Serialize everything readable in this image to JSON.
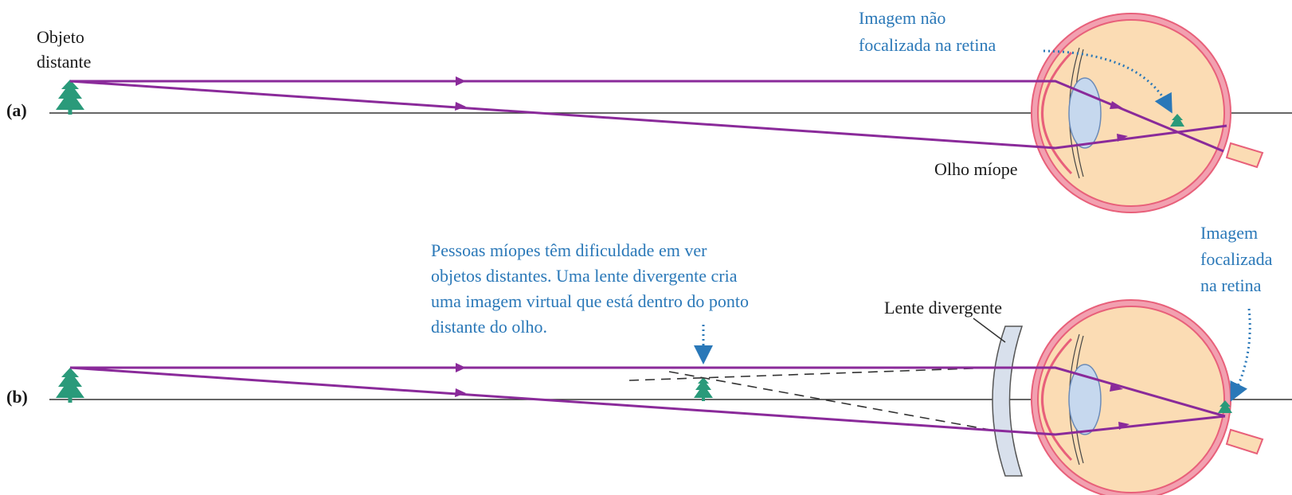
{
  "panel_a": {
    "label": "(a)",
    "object_label_line1": "Objeto",
    "object_label_line2": "distante",
    "image_note_line1": "Imagem não",
    "image_note_line2": "focalizada na retina",
    "eye_label": "Olho míope"
  },
  "panel_b": {
    "label": "(b)",
    "explanation_lines": [
      "Pessoas míopes têm dificuldade em ver",
      "objetos distantes. Uma lente divergente cria",
      "uma imagem virtual que está dentro do ponto",
      "distante do olho."
    ],
    "lens_label": "Lente divergente",
    "image_note_lines": [
      "Imagem",
      "focalizada",
      "na retina"
    ]
  },
  "colors": {
    "ray": "#8a2a9a",
    "axis": "#333333",
    "annotation": "#2a78b8",
    "tree": "#2a9a7a",
    "eye_fill": "#fbdcb4",
    "eye_outline": "#e8607a",
    "lens_fill": "#c6d8ee",
    "diverging_lens_fill": "#d8e0ec"
  }
}
